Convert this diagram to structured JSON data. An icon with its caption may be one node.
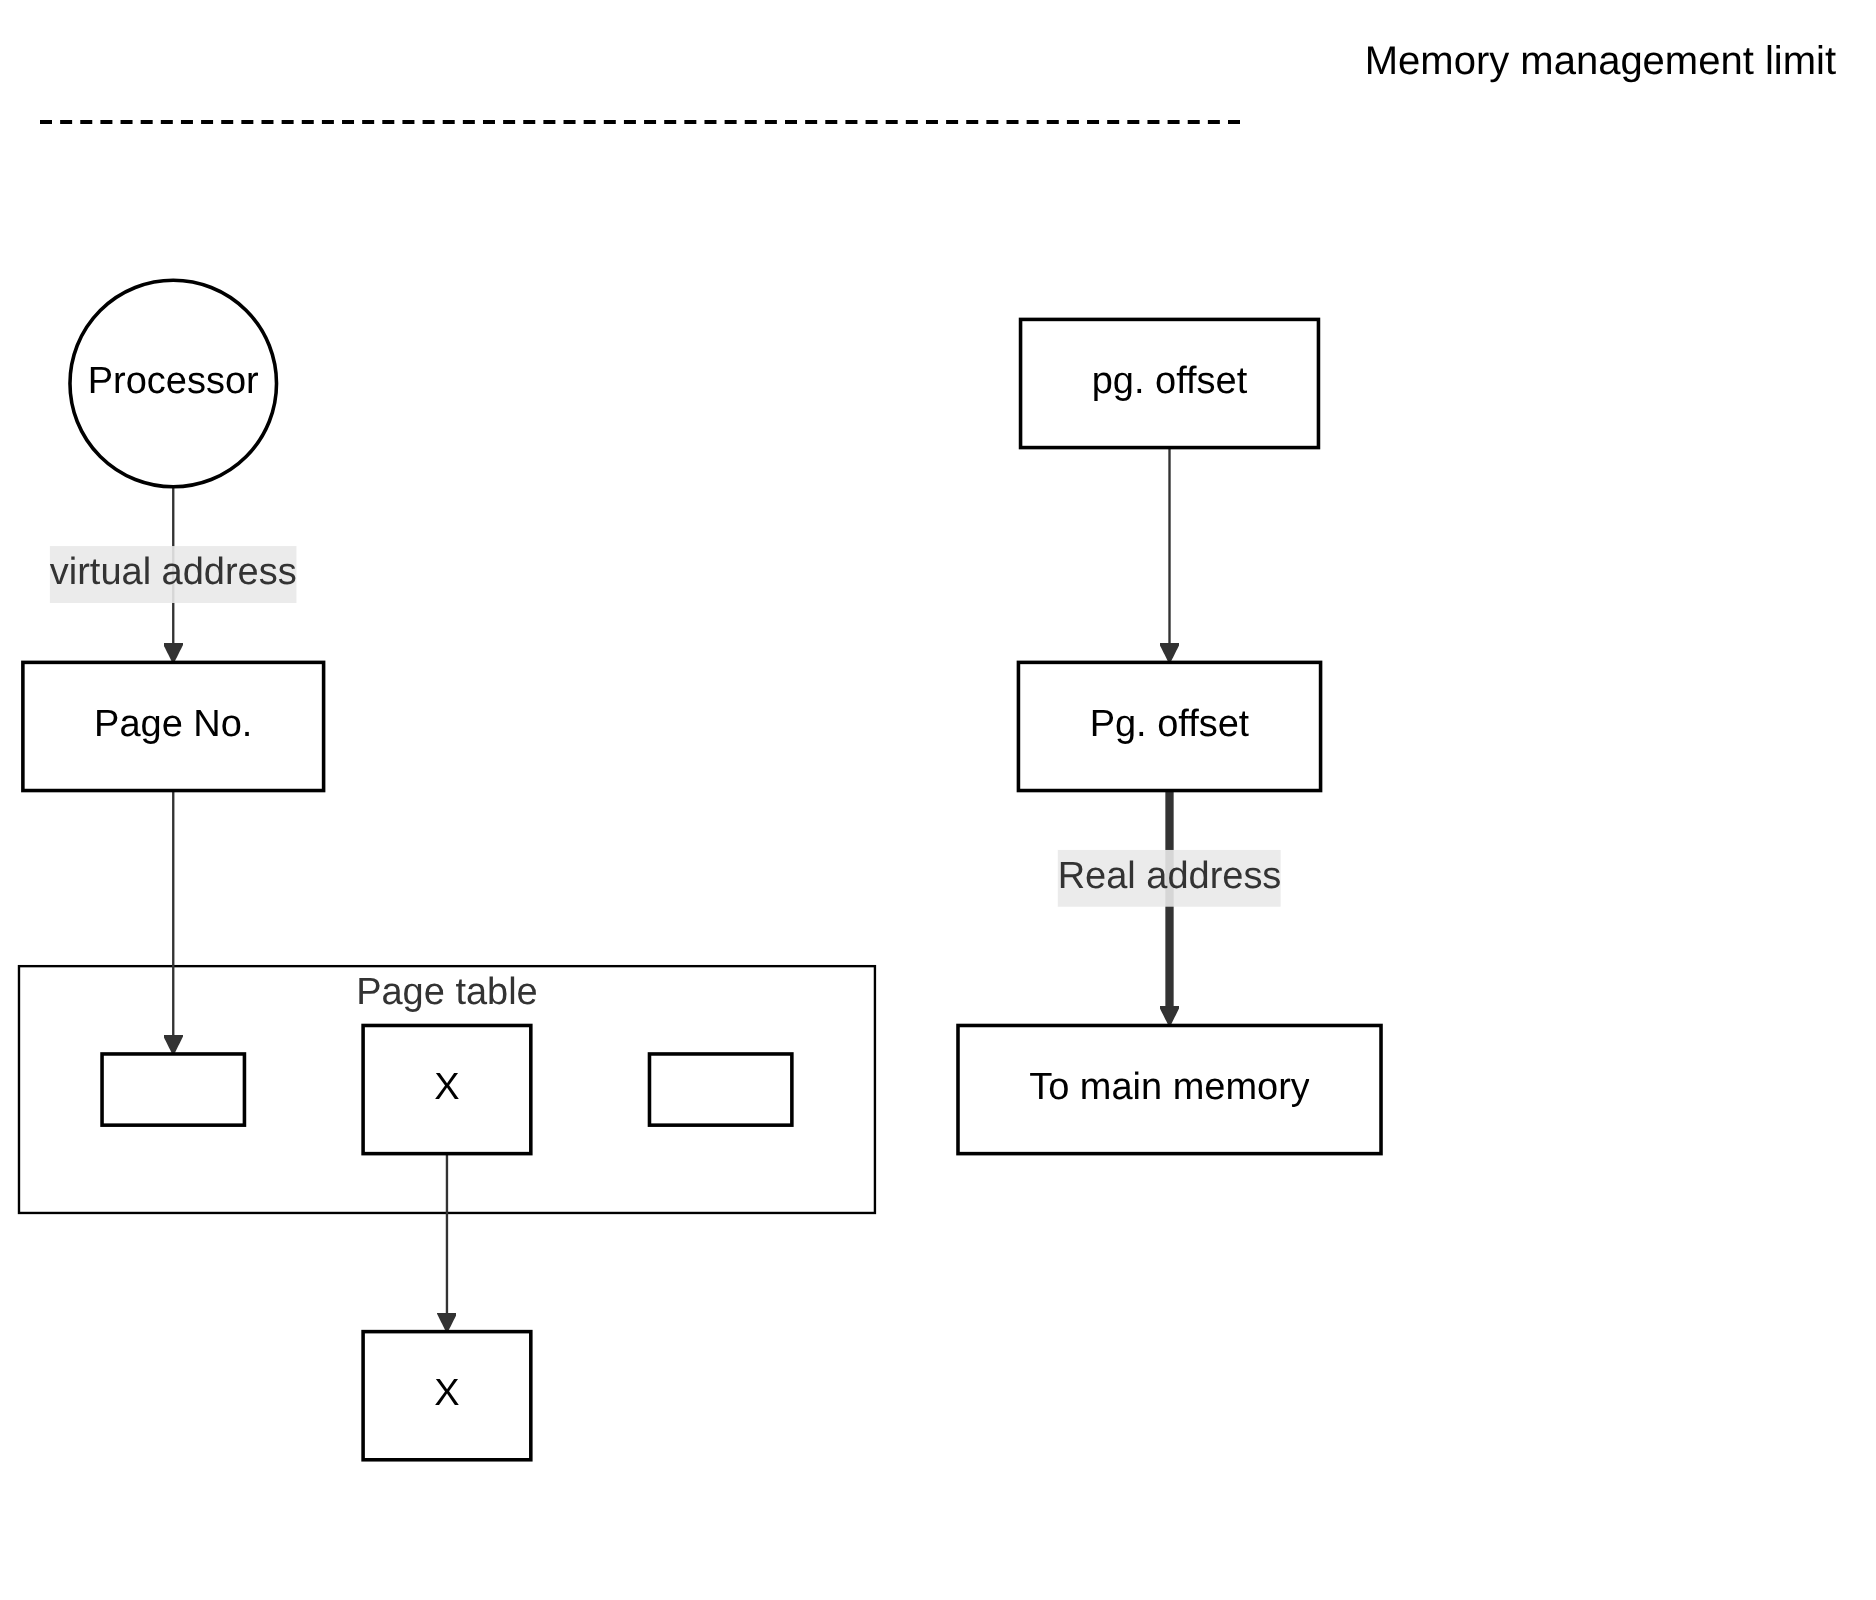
{
  "diagram": {
    "nodes": [
      {
        "text": [
          "Processor"
        ]
      },
      {
        "text": [
          "Page No."
        ]
      },
      {
        "text": [
          "pg. offset"
        ]
      },
      {
        "text": [
          "Page table"
        ]
      },
      {
        "text": [],
        "shape": "box",
        "in": 3
      },
      {
        "text": [
          "X"
        ],
        "in": 3
      },
      {
        "text": [],
        "shape": "box",
        "in": 3
      },
      {
        "text": [
          "X"
        ]
      },
      {
        "text": [
          "Pg. offset"
        ]
      },
      {
        "text": [
          "To main memory"
        ]
      }
    ],
    "edges": [
      {
        "from": 0,
        "to": 1,
        "arrow": "to",
        "label": "virtual address"
      },
      {
        "from": 1,
        "to": 4,
        "arrow": "to"
      },
      {
        "from": 2,
        "to": 8,
        "arrow": "to"
      },
      {
        "from": 5,
        "to": 7,
        "arrow": "to"
      },
      {
        "from": 8,
        "to": 9,
        "arrow": "to",
        "style": "thick",
        "label": "Real address"
      }
    ],
    "labels": [
      "Memory management limit"
    ]
  }
}
